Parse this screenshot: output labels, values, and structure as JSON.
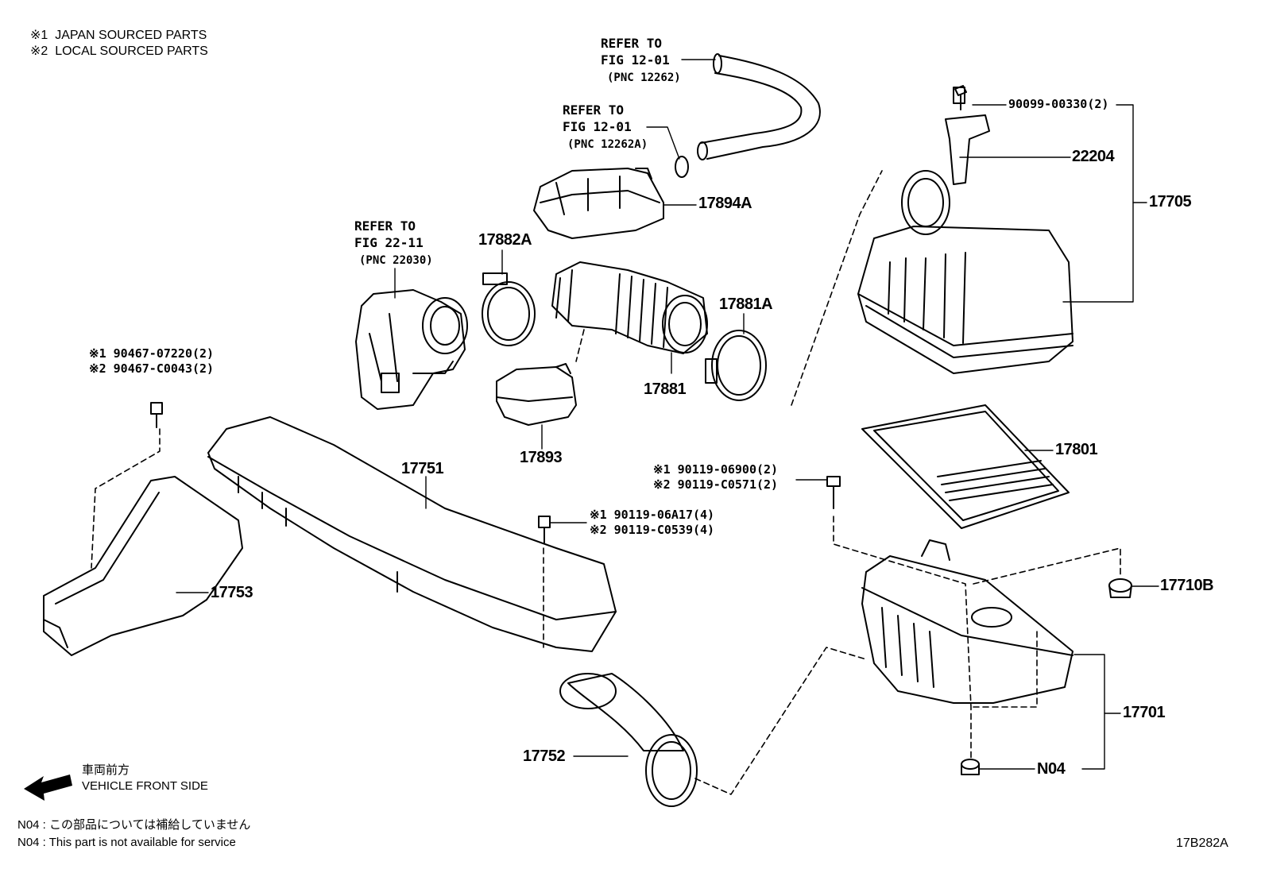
{
  "legend": {
    "japan": "※1  JAPAN SOURCED PARTS",
    "local": "※2  LOCAL SOURCED PARTS"
  },
  "refs": [
    {
      "line1": "REFER TO",
      "line2": "FIG 12-01",
      "line3": "(PNC 12262)"
    },
    {
      "line1": "REFER TO",
      "line2": "FIG 12-01",
      "line3": "(PNC 12262A)"
    },
    {
      "line1": "REFER TO",
      "line2": "FIG 22-11",
      "line3": "(PNC 22030)"
    }
  ],
  "parts": {
    "p90099": "90099-00330(2)",
    "p22204": "22204",
    "p17705": "17705",
    "p17894A": "17894A",
    "p17882A": "17882A",
    "p17881A": "17881A",
    "p17881": "17881",
    "p17893": "17893",
    "p17751": "17751",
    "p17753": "17753",
    "p17801": "17801",
    "p17710B": "17710B",
    "p17701": "17701",
    "p17752": "17752",
    "pN04": "N04"
  },
  "bolts": {
    "b1_jp": "※1 90467-07220(2)",
    "b1_lc": "※2 90467-C0043(2)",
    "b2_jp": "※1 90119-06900(2)",
    "b2_lc": "※2 90119-C0571(2)",
    "b3_jp": "※1 90119-06A17(4)",
    "b3_lc": "※2 90119-C0539(4)"
  },
  "direction": {
    "jp": "車両前方",
    "en": "VEHICLE FRONT SIDE"
  },
  "footnotes": {
    "jp": "N04 : この部品については補給していません",
    "en": "N04 : This part is not available for service"
  },
  "figure_code": "17B282A"
}
